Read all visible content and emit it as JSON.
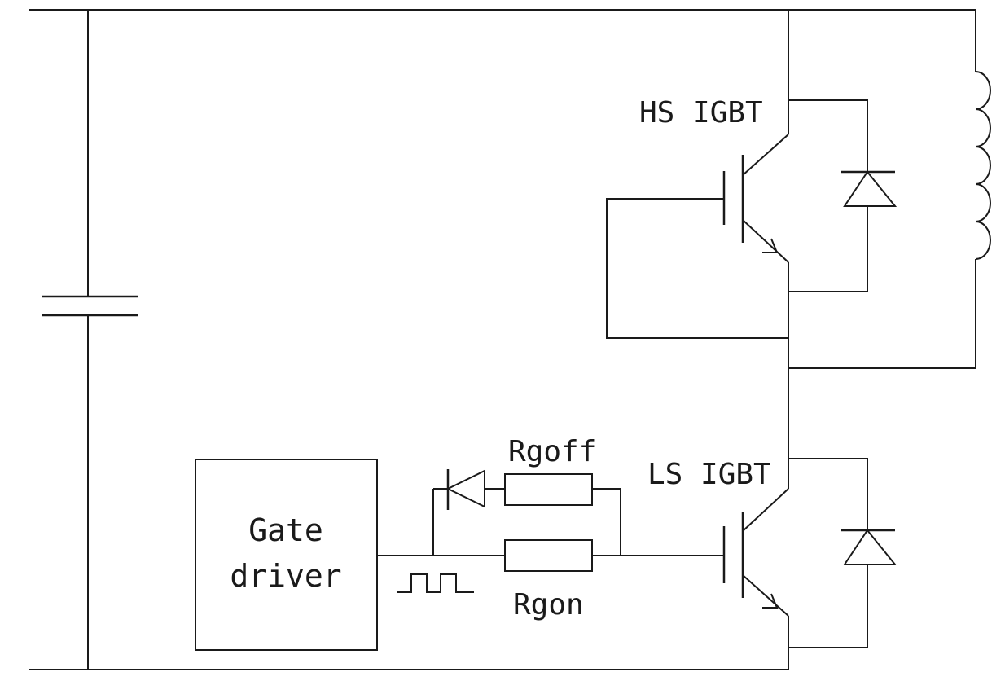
{
  "diagram": {
    "hs_igbt_label": "HS IGBT",
    "ls_igbt_label": "LS IGBT",
    "gate_driver_line1": "Gate",
    "gate_driver_line2": "driver",
    "rgoff_label": "Rgoff",
    "rgon_label": "Rgon"
  }
}
